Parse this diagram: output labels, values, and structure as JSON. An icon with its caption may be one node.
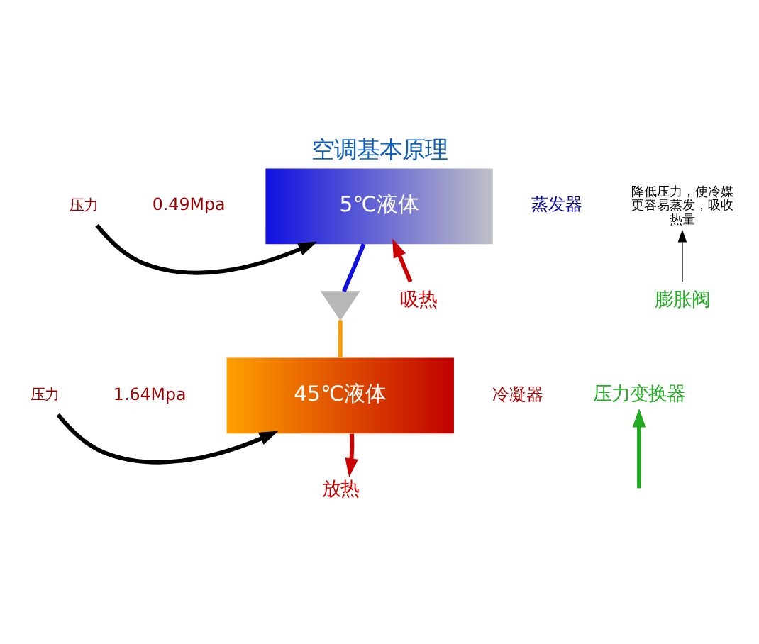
{
  "diagram": {
    "title": "空调基本原理",
    "nodes": [
      {
        "text": [
          "5℃液体"
        ],
        "beside": [
          "蒸发器"
        ]
      },
      {
        "text": [
          "45℃液体"
        ],
        "beside": [
          "冷凝器"
        ]
      },
      {
        "text": [],
        "shape": "valve"
      },
      {
        "text": [
          "膨胀阀"
        ]
      },
      {
        "text": [
          "降低压力，使冷媒更容易蒸发，吸收热量"
        ]
      },
      {
        "text": [
          "压力"
        ],
        "beside": [
          "0.49Mpa"
        ]
      },
      {
        "text": [
          "吸热"
        ]
      },
      {
        "text": [
          "压力"
        ],
        "beside": [
          "1.64Mpa"
        ]
      },
      {
        "text": [
          "放热"
        ]
      },
      {
        "text": [
          "压力变换器"
        ]
      }
    ],
    "edges": [
      {
        "from": 1,
        "to": 2,
        "arrow": "none",
        "color": "#ff9900"
      },
      {
        "from": 2,
        "to": 0,
        "arrow": "none",
        "color": "#1010e0"
      },
      {
        "from": 3,
        "to": 4,
        "arrow": "to"
      },
      {
        "from": 5,
        "to": 0,
        "arrow": "to"
      },
      {
        "from": 6,
        "to": 0,
        "arrow": "to",
        "color": "#cc0000"
      },
      {
        "from": 7,
        "to": 1,
        "arrow": "to"
      },
      {
        "from": 1,
        "to": 8,
        "arrow": "to",
        "color": "#cc0000"
      },
      {
        "from": null,
        "to": 9,
        "arrow": "to",
        "color": "#22aa22"
      }
    ]
  }
}
